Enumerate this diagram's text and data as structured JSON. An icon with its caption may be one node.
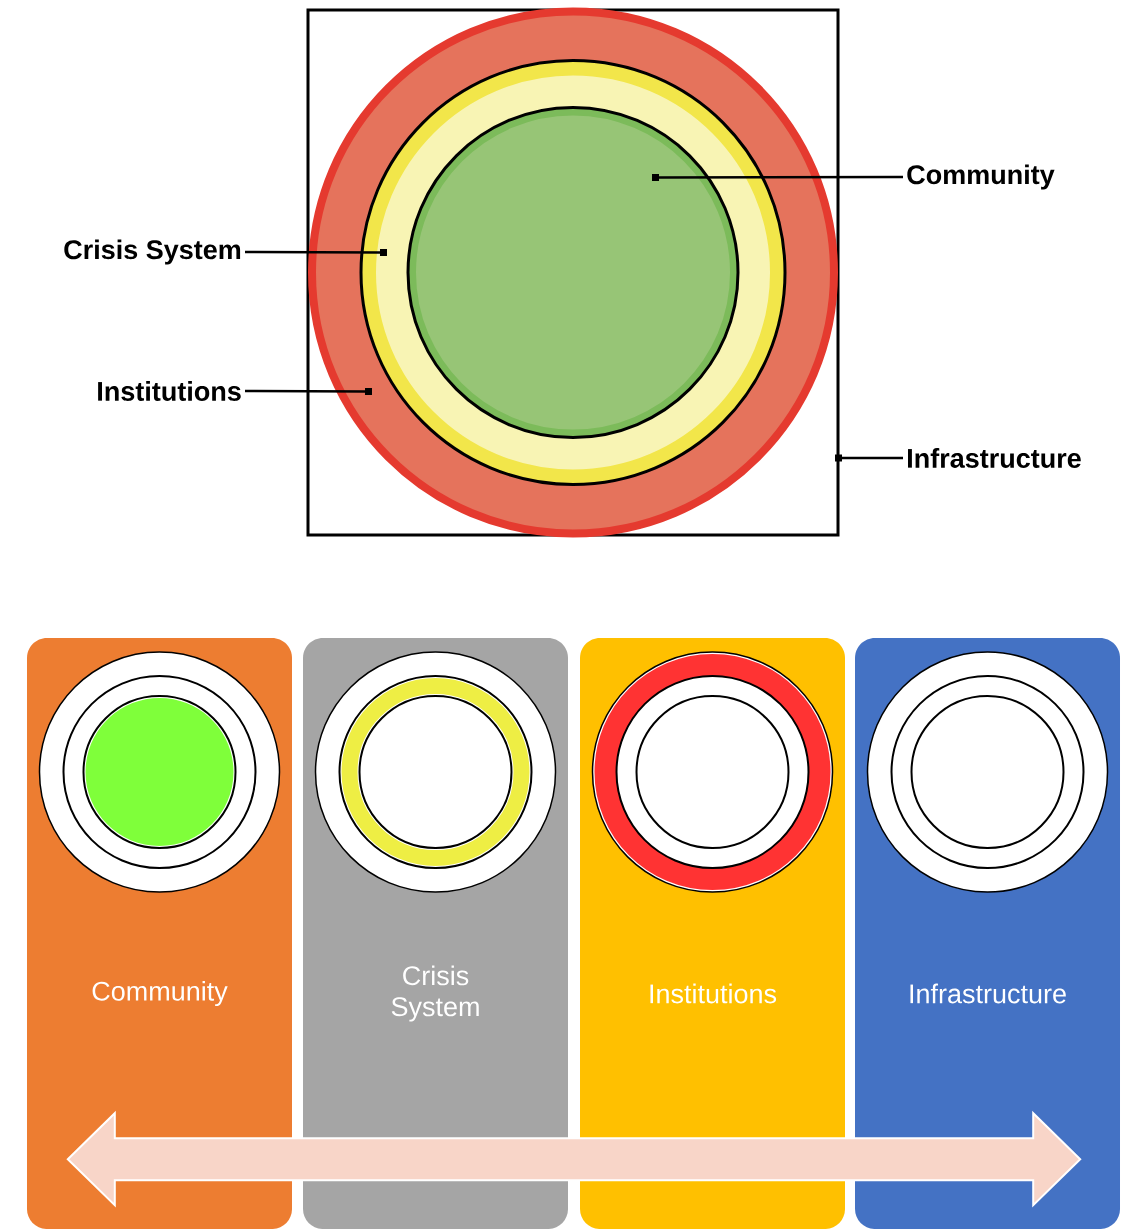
{
  "diagram": {
    "nodes": [
      {
        "text": [],
        "shape": "box"
      },
      {
        "text": [],
        "shape": "circle",
        "in": 0
      },
      {
        "text": [],
        "shape": "circle",
        "in": 1
      },
      {
        "text": [],
        "shape": "circle",
        "in": 2
      },
      {
        "text": [
          "Community"
        ]
      },
      {
        "text": [
          "Crisis System"
        ]
      },
      {
        "text": [
          "Institutions"
        ]
      },
      {
        "text": [
          "Infrastructure"
        ]
      },
      {
        "text": [
          "Community"
        ]
      },
      {
        "text": [
          "Crisis System"
        ]
      },
      {
        "text": [
          "Institutions"
        ]
      },
      {
        "text": [
          "Infrastructure"
        ]
      }
    ],
    "edges": [
      {
        "from": 4,
        "to": 3,
        "arrow": "other"
      },
      {
        "from": 5,
        "to": 2,
        "arrow": "other"
      },
      {
        "from": 6,
        "to": 1,
        "arrow": "other"
      },
      {
        "from": 7,
        "to": 0,
        "arrow": "other"
      },
      {
        "from": 8,
        "to": 11,
        "arrow": "both"
      }
    ]
  }
}
